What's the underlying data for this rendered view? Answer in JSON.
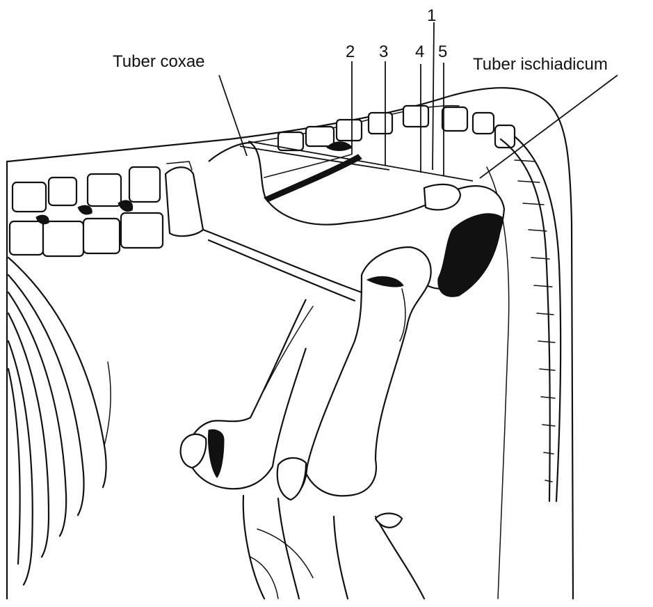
{
  "labels": {
    "tuber_coxae": "Tuber coxae",
    "tuber_ischiadicum": "Tuber ischiadicum"
  },
  "markers": {
    "m1": "1",
    "m2": "2",
    "m3": "3",
    "m4": "4",
    "m5": "5"
  },
  "colors": {
    "ink": "#111111",
    "background": "#ffffff"
  }
}
